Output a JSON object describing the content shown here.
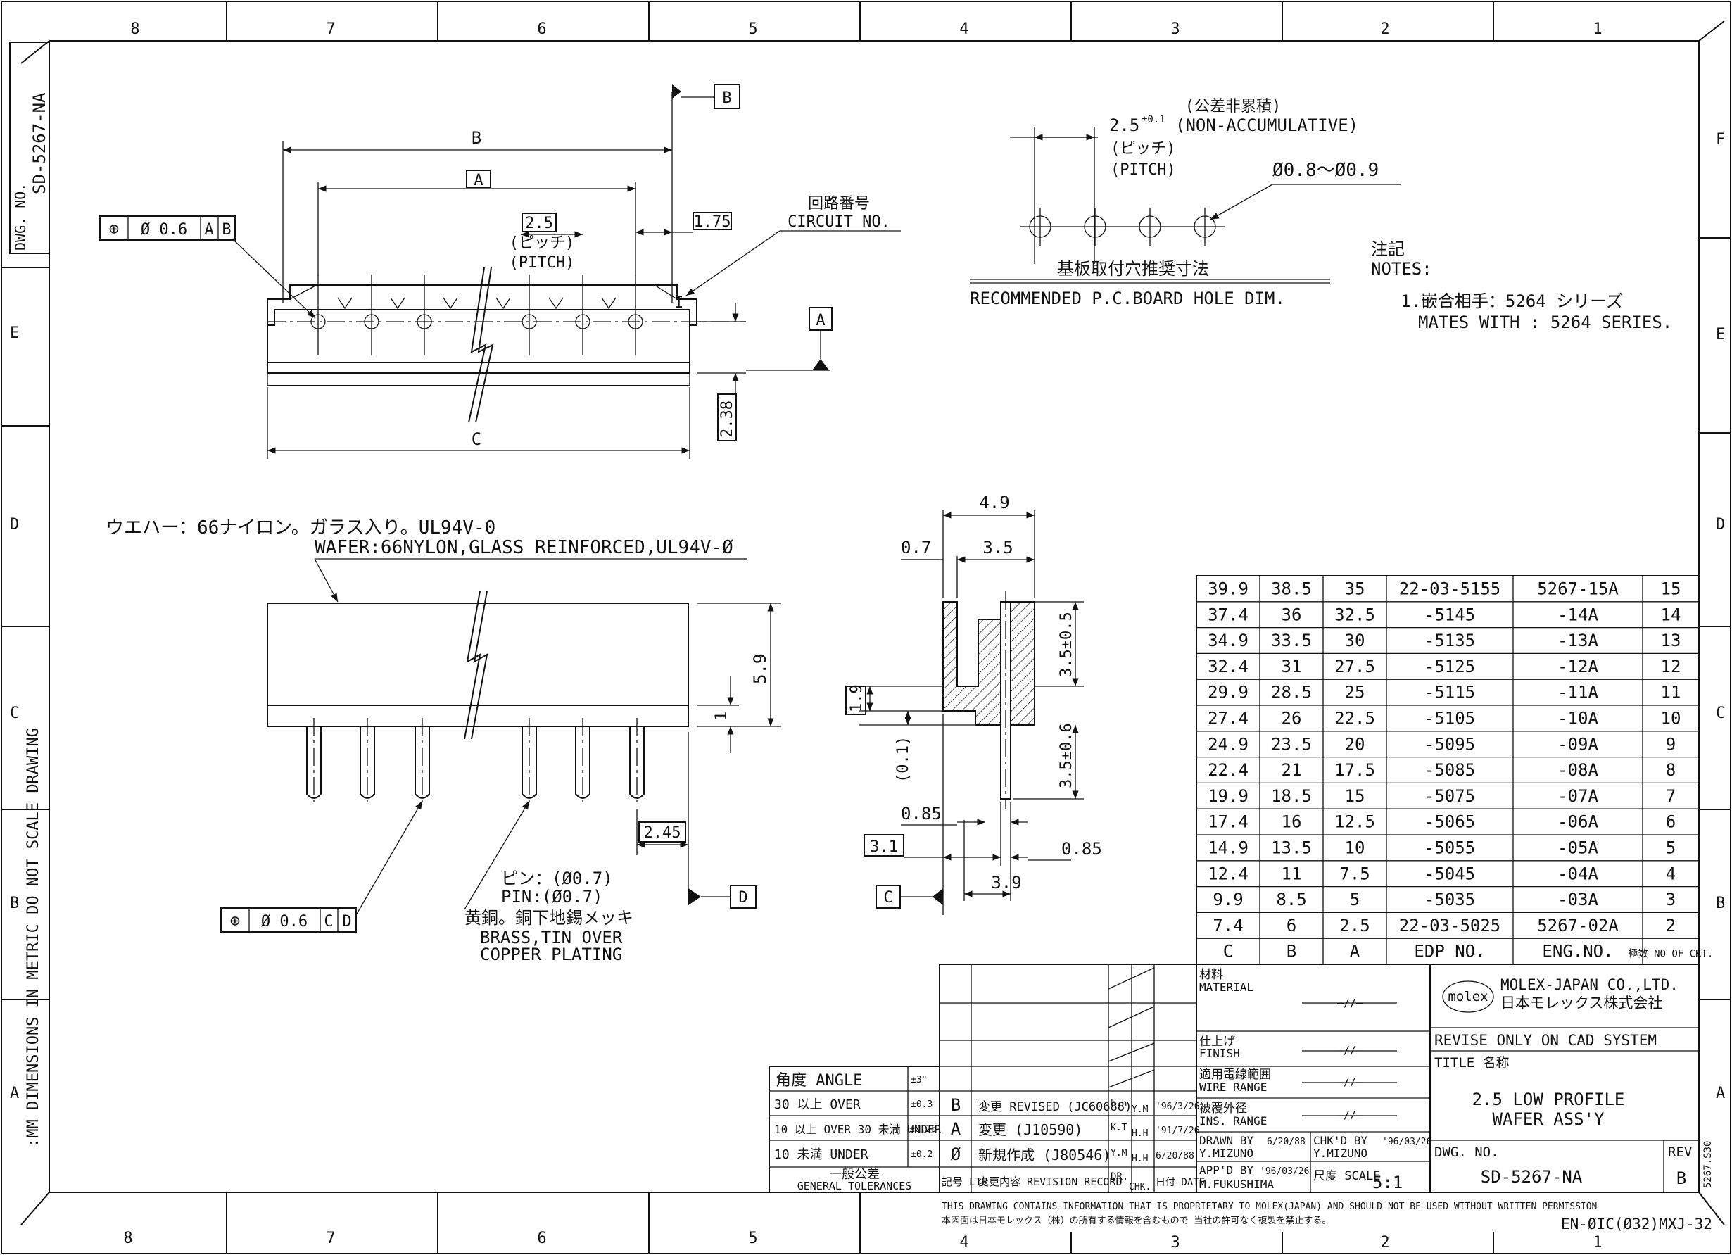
{
  "drawing": {
    "dwg_no_label": "DWG. NO.",
    "dwg_no": "SD-5267-NA",
    "side_note": ":MM   DIMENSIONS IN METRIC DO NOT SCALE DRAWING"
  },
  "border": {
    "columns_top": [
      "8",
      "7",
      "6",
      "5",
      "4",
      "3",
      "2",
      "1"
    ],
    "columns_bottom": [
      "8",
      "7",
      "6",
      "5",
      "4",
      "3",
      "2",
      "1"
    ],
    "rows_left": [
      "E",
      "D",
      "C",
      "B",
      "A"
    ],
    "rows_right": [
      "F",
      "E",
      "D",
      "C",
      "B",
      "A"
    ]
  },
  "top_view": {
    "dim_b": "B",
    "dim_a": "A",
    "dim_c": "C",
    "pitch_value": "2.5",
    "pitch_jp": "(ピッチ)",
    "pitch_en": "(PITCH)",
    "dim_175": "1.75",
    "dim_238": "2.38",
    "circuit_jp": "回路番号",
    "circuit_en": "CIRCUIT  NO.",
    "circuit_mark": "I",
    "datum_a": "A",
    "datum_b": "B",
    "fcf": [
      "⊕",
      "Ø 0.6",
      "A",
      "B"
    ]
  },
  "pcb": {
    "non_cum_jp": "(公差非累積)",
    "pitch_dim": "2.5",
    "pitch_tol": "±0.1",
    "non_cum_en": "(NON-ACCUMULATIVE)",
    "pitch_jp": "(ピッチ)",
    "pitch_en": "(PITCH)",
    "hole_dim": "Ø0.8～Ø0.9",
    "title_jp": "基板取付穴推奨寸法",
    "title_en": "RECOMMENDED P.C.BOARD HOLE DIM."
  },
  "notes": {
    "title_jp": "注記",
    "title_en": "NOTES:",
    "item1_jp": "1.嵌合相手：5264 シリーズ",
    "item1_en": "MATES WITH : 5264 SERIES."
  },
  "front_view": {
    "wafer_jp": "ウエハー：66ナイロン。ガラス入り。UL94V-0",
    "wafer_en": "WAFER:66NYLON,GLASS REINFORCED,UL94V-Ø",
    "dim_59": "5.9",
    "dim_1": "1",
    "dim_245": "2.45",
    "pin_jp": "ピン：(Ø0.7)",
    "pin_en": "PIN:(Ø0.7)",
    "plating_jp": "黄銅。銅下地錫メッキ",
    "plating_en1": "BRASS,TIN OVER",
    "plating_en2": "COPPER PLATING",
    "datum_d": "D",
    "fcf": [
      "⊕",
      "Ø 0.6",
      "C",
      "D"
    ]
  },
  "side_view": {
    "dim_49": "4.9",
    "dim_07": "0.7",
    "dim_35": "3.5",
    "dim_35_05": "3.5±0.5",
    "dim_19": "1.9",
    "dim_01": "(0.1)",
    "dim_35_06": "3.5±0.6",
    "dim_085a": "0.85",
    "dim_31": "3.1",
    "dim_085b": "0.85",
    "dim_39": "3.9",
    "datum_c": "C"
  },
  "parts_table": {
    "headers": [
      "C",
      "B",
      "A",
      "EDP NO.",
      "ENG.NO.",
      "極数 NO OF CKT."
    ],
    "rows": [
      [
        "39.9",
        "38.5",
        "35",
        "22-03-5155",
        "5267-15A",
        "15"
      ],
      [
        "37.4",
        "36",
        "32.5",
        "-5145",
        "-14A",
        "14"
      ],
      [
        "34.9",
        "33.5",
        "30",
        "-5135",
        "-13A",
        "13"
      ],
      [
        "32.4",
        "31",
        "27.5",
        "-5125",
        "-12A",
        "12"
      ],
      [
        "29.9",
        "28.5",
        "25",
        "-5115",
        "-11A",
        "11"
      ],
      [
        "27.4",
        "26",
        "22.5",
        "-5105",
        "-10A",
        "10"
      ],
      [
        "24.9",
        "23.5",
        "20",
        "-5095",
        "-09A",
        "9"
      ],
      [
        "22.4",
        "21",
        "17.5",
        "-5085",
        "-08A",
        "8"
      ],
      [
        "19.9",
        "18.5",
        "15",
        "-5075",
        "-07A",
        "7"
      ],
      [
        "17.4",
        "16",
        "12.5",
        "-5065",
        "-06A",
        "6"
      ],
      [
        "14.9",
        "13.5",
        "10",
        "-5055",
        "-05A",
        "5"
      ],
      [
        "12.4",
        "11",
        "7.5",
        "-5045",
        "-04A",
        "4"
      ],
      [
        "9.9",
        "8.5",
        "5",
        "-5035",
        "-03A",
        "3"
      ],
      [
        "7.4",
        "6",
        "2.5",
        "22-03-5025",
        "5267-02A",
        "2"
      ]
    ]
  },
  "tolerances": {
    "angle_label": "角度 ANGLE",
    "angle_tol": "±3°",
    "row1_label": "30 以上 OVER",
    "row1_tol": "±0.3",
    "row2_label": "10 以上 OVER 30 未満 UNDER",
    "row2_tol": "±0.25",
    "row3_label": "10 未満 UNDER",
    "row3_tol": "±0.2",
    "footer_jp": "一般公差",
    "footer_en": "GENERAL TOLERANCES"
  },
  "revisions": {
    "rows": [
      {
        "ltr": "B",
        "desc": "変更 REVISED (JC60688)",
        "dr": "h.h",
        "chk": "Y.M",
        "date": "'96/3/26"
      },
      {
        "ltr": "A",
        "desc": "変更 (J10590)",
        "dr": "K.T",
        "chk": "H.H",
        "date": "'91/7/26"
      },
      {
        "ltr": "Ø",
        "desc": "新規作成 (J80546)",
        "dr": "Y.M",
        "chk": "H.H",
        "date": "6/20/88"
      }
    ],
    "footer_ltr": "記号 LTR",
    "footer_record": "変更内容 REVISION RECORD",
    "footer_dr": "DR.",
    "footer_chk": "CHK.",
    "footer_date": "日付 DATE"
  },
  "title_block": {
    "material_jp": "材料",
    "material_en": "MATERIAL",
    "finish_jp": "仕上げ",
    "finish_en": "FINISH",
    "wire_jp": "適用電線範囲",
    "wire_en": "WIRE RANGE",
    "ins_jp": "被覆外径",
    "ins_en": "INS. RANGE",
    "na_mark": "—//—",
    "drawn_label": "DRAWN BY",
    "drawn_date": "6/20/88",
    "drawn_name": "Y.MIZUNO",
    "chkd_label": "CHK'D BY",
    "chkd_date": "'96/03/26",
    "chkd_name": "Y.MIZUNO",
    "appd_label": "APP'D BY",
    "appd_date": "'96/03/26",
    "appd_name": "M.FUKUSHIMA",
    "scale_label": "尺度 SCALE",
    "scale_value": "5:1",
    "company_logo": "molex",
    "company_en": "MOLEX-JAPAN CO.,LTD.",
    "company_jp": "日本モレックス株式会社",
    "cad_note": "REVISE ONLY ON CAD SYSTEM",
    "title_label": "TITLE 名称",
    "title_line1": "2.5 LOW PROFILE",
    "title_line2": "WAFER ASS'Y",
    "dwg_label": "DWG. NO.",
    "dwg_no": "SD-5267-NA",
    "rev_label": "REV",
    "rev_value": "B",
    "file_ref": "5267.S30"
  },
  "footer": {
    "proprietary_en": "THIS DRAWING CONTAINS INFORMATION THAT IS PROPRIETARY TO MOLEX(JAPAN) AND SHOULD NOT BE USED WITHOUT WRITTEN PERMISSION",
    "proprietary_jp": "本図面は日本モレックス（株）の所有する情報を含むもので 当社の許可なく複製を禁止する。",
    "form_no": "EN-ØIC(Ø32)MXJ-32"
  }
}
